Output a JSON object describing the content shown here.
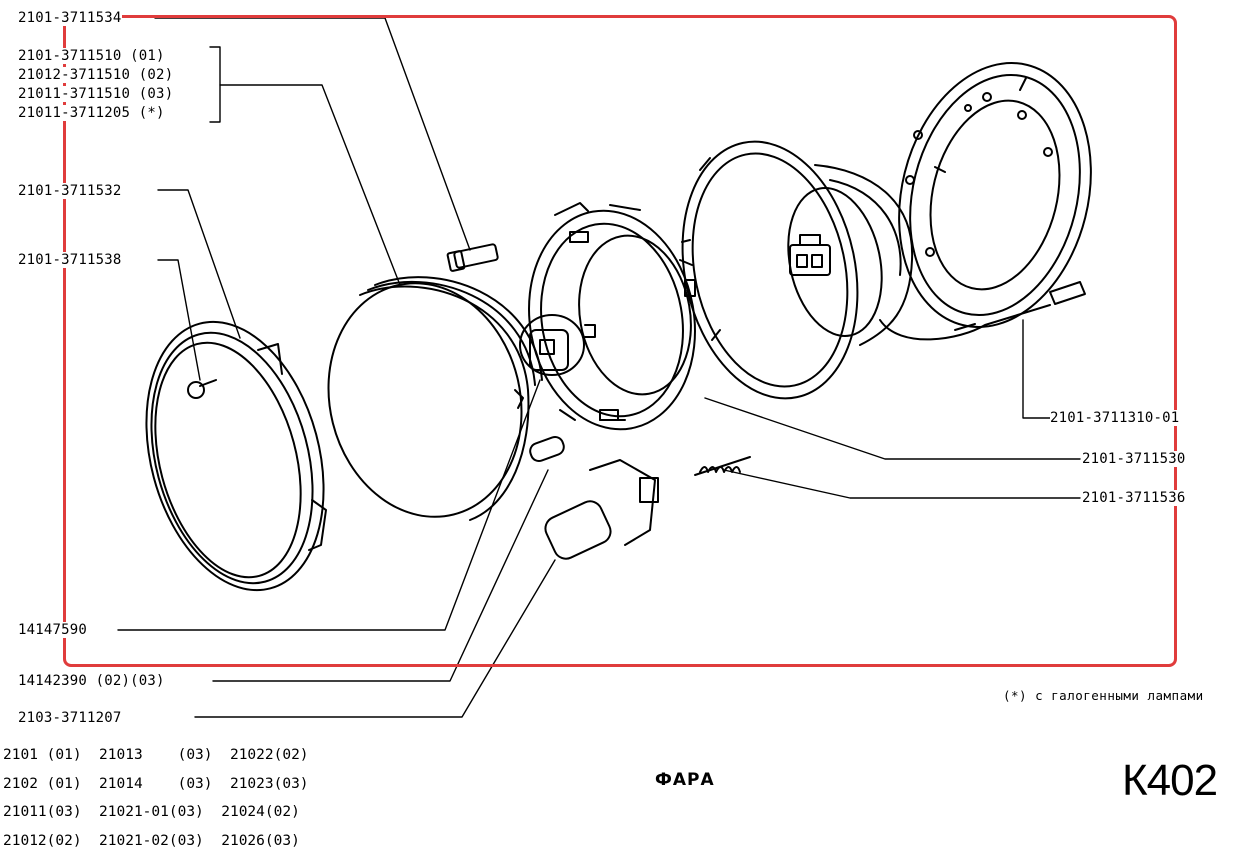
{
  "labels": {
    "l1": "2101-3711534",
    "l2": "2101-3711510 (01)",
    "l3": "21012-3711510 (02)",
    "l4": "21011-3711510 (03)",
    "l5": "21011-3711205 (*)",
    "l6": "2101-3711532",
    "l7": "2101-3711538",
    "l8": "14147590",
    "l9": "14142390 (02)(03)",
    "l10": "2103-3711207",
    "l11": "2101-3711310-01",
    "l12": "2101-3711530",
    "l13": "2101-3711536"
  },
  "note": "(*) с галогенными лампами",
  "title": "ФАРА",
  "code": "К402",
  "models": [
    "2101 (01)  21013    (03)  21022(02)",
    "2102 (01)  21014    (03)  21023(03)",
    "21011(03)  21021-01(03)  21024(02)",
    "21012(02)  21021-02(03)  21026(03)"
  ]
}
